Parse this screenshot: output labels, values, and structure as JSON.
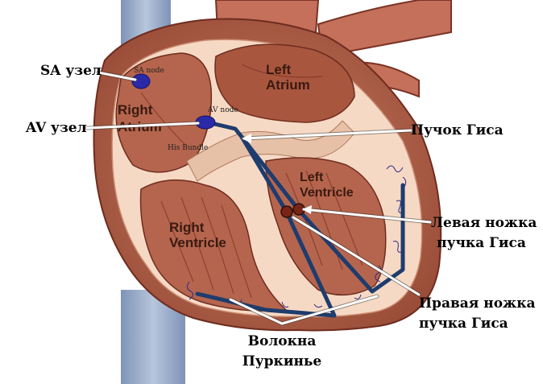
{
  "diagram": {
    "chamber_labels": {
      "left_atrium": [
        "Left",
        "Atrium"
      ],
      "right_atrium": [
        "Right",
        "Atrium"
      ],
      "left_ventricle": [
        "Left",
        "Ventricle"
      ],
      "right_ventricle": [
        "Right",
        "Ventricle"
      ]
    },
    "small_labels": {
      "sa_node": "SA node",
      "av_node": "AV node",
      "his_bundle": "His Bundle"
    },
    "annotations": {
      "sa": "SA узел",
      "av": "AV узел",
      "his": "Пучок Гиса",
      "left_branch": [
        "Левая ножка",
        "пучка Гиса"
      ],
      "right_branch": [
        "Правая ножка",
        "пучка Гиса"
      ],
      "purkinje": [
        "Волокна",
        "Пуркинье"
      ]
    },
    "colors": {
      "pathway": "#1e3c6e",
      "node": "#2a2aa8",
      "muscle": "#b0614a",
      "muscle_dark": "#7a3224",
      "interior": "#f6d9c4",
      "vessel": "#8fa3c4"
    }
  }
}
